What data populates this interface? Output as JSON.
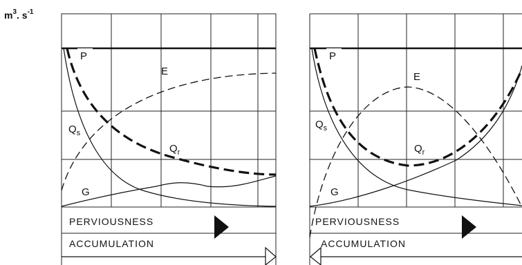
{
  "unit": {
    "base": "m",
    "exp1": "3",
    "middle": ". s",
    "exp2": "-1"
  },
  "panels": [
    {
      "labels": {
        "P": "P",
        "E": "E",
        "Qs_main": "Q",
        "Qs_sub": "s",
        "Qr_main": "Q",
        "Qr_sub": "r",
        "G": "G"
      },
      "bars": {
        "perviousness": "PERVIOUSNESS",
        "accumulation": "ACCUMULATION"
      }
    },
    {
      "labels": {
        "P": "P",
        "E": "E",
        "Qs_main": "Q",
        "Qs_sub": "s",
        "Qr_main": "Q",
        "Qr_sub": "r",
        "G": "G"
      },
      "bars": {
        "perviousness": "PERVIOUSNESS",
        "accumulation": "ACCUMULATION"
      }
    }
  ],
  "colors": {
    "ink": "#111111",
    "grid": "#222222",
    "background": "#ffffff"
  }
}
